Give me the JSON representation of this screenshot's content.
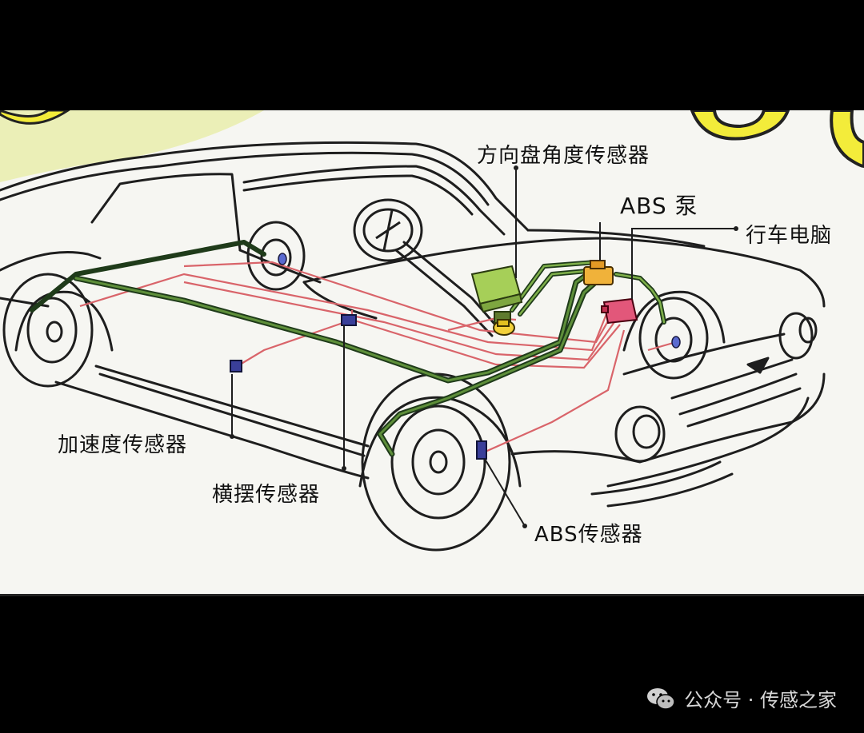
{
  "labels": {
    "steering_angle_sensor": "方向盘角度传感器",
    "abs_pump": "ABS 泵",
    "ecu": "行车电脑",
    "acceleration_sensor": "加速度传感器",
    "yaw_sensor": "横摆传感器",
    "abs_sensor": "ABS传感器"
  },
  "watermark": {
    "text": "公众号 · 传感之家"
  },
  "colors": {
    "brake_line": "#3f6b2c",
    "signal_wire": "#d9646a",
    "abs_pump": "#f0b23a",
    "ecu": "#e2577a",
    "steering_sensor_body": "#a6cf58",
    "sensor_blue": "#3a3f9a",
    "hubcap_yellow": "#f3ec3a"
  }
}
